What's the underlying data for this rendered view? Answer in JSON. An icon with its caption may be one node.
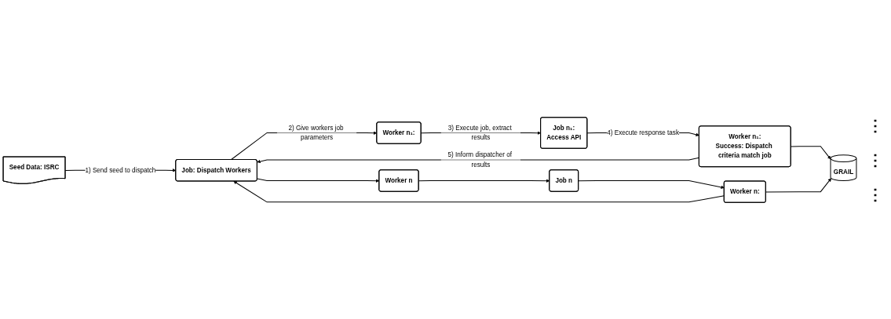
{
  "diagram": {
    "nodes": [
      {
        "text": [
          "Job: Dispatch Workers"
        ]
      },
      {
        "text": [
          "Worker n₁:"
        ]
      },
      {
        "text": [
          "Job n₁:",
          "Access API"
        ]
      },
      {
        "text": [
          "Worker n₁:",
          "Success: Dispatch criteria match job"
        ]
      },
      {
        "text": [
          "Worker n"
        ]
      },
      {
        "text": [
          "Job n"
        ]
      },
      {
        "text": [
          "Worker n:"
        ]
      },
      {
        "text": [
          "GRAIL"
        ]
      },
      {
        "text": [
          "Seed Data: ISRC"
        ]
      }
    ],
    "edges": [
      {
        "from": 8,
        "to": 0,
        "arrow": "to",
        "label": "1) Send seed to dispatch"
      },
      {
        "from": 0,
        "to": 1,
        "arrow": "to",
        "label": "2) Give workers job parameters"
      },
      {
        "from": 0,
        "to": 4,
        "arrow": "to"
      },
      {
        "from": 1,
        "to": 2,
        "arrow": "to",
        "label": "3) Execute job, extract results"
      },
      {
        "from": 4,
        "to": 5,
        "arrow": "to"
      },
      {
        "from": 2,
        "to": 3,
        "arrow": "to",
        "label": "4) Execute response task"
      },
      {
        "from": 5,
        "to": 6,
        "arrow": "to"
      },
      {
        "from": 3,
        "to": 7,
        "arrow": "to"
      },
      {
        "from": 6,
        "to": 7,
        "arrow": "to"
      },
      {
        "from": 3,
        "to": 0,
        "arrow": "to",
        "label": "5) Inform dispatcher of results"
      },
      {
        "from": 6,
        "to": 0,
        "arrow": "to"
      }
    ],
    "labels": [
      "⋮",
      "⋮",
      "⋮"
    ]
  }
}
